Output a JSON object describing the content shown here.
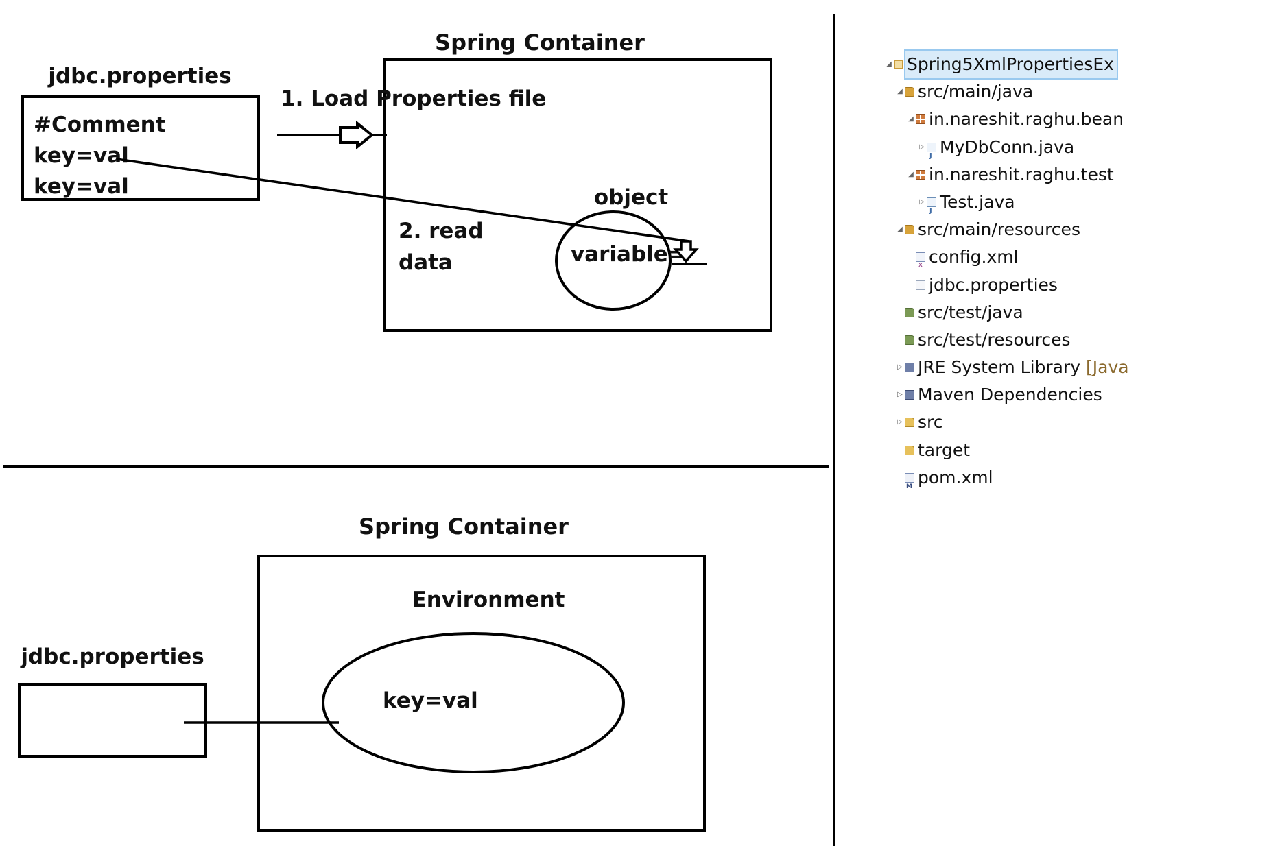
{
  "top_diagram": {
    "container_title": "Spring Container",
    "file_label": "jdbc.properties",
    "file_lines": [
      "#Comment",
      "key=val",
      "key=val"
    ],
    "step1_label": "1. Load Properties file",
    "step2_line1": "2. read",
    "step2_line2": "data",
    "object_label": "object",
    "variable_label": "variable="
  },
  "bottom_diagram": {
    "container_title": "Spring Container",
    "environment_label": "Environment",
    "file_label": "jdbc.properties",
    "entry_label": "key=val"
  },
  "explorer": {
    "items": [
      {
        "label": "Spring5XmlPropertiesEx",
        "icon": "project-icon",
        "level": 0,
        "twisty": "expanded",
        "selected": true
      },
      {
        "label": "src/main/java",
        "icon": "source-folder-icon",
        "level": 1,
        "twisty": "expanded"
      },
      {
        "label": "in.nareshit.raghu.bean",
        "icon": "package-icon",
        "level": 2,
        "twisty": "expanded"
      },
      {
        "label": "MyDbConn.java",
        "icon": "java-file-icon",
        "level": 3,
        "twisty": "collapsed"
      },
      {
        "label": "in.nareshit.raghu.test",
        "icon": "package-icon",
        "level": 2,
        "twisty": "expanded"
      },
      {
        "label": "Test.java",
        "icon": "java-file-icon",
        "level": 3,
        "twisty": "collapsed"
      },
      {
        "label": "src/main/resources",
        "icon": "source-folder-icon",
        "level": 1,
        "twisty": "expanded"
      },
      {
        "label": "config.xml",
        "icon": "xml-file-icon",
        "level": 2,
        "twisty": "none"
      },
      {
        "label": "jdbc.properties",
        "icon": "properties-file-icon",
        "level": 2,
        "twisty": "none"
      },
      {
        "label": "src/test/java",
        "icon": "source-folder-icon",
        "level": 1,
        "twisty": "none"
      },
      {
        "label": "src/test/resources",
        "icon": "source-folder-icon",
        "level": 1,
        "twisty": "none"
      },
      {
        "label": "JRE System Library",
        "suffix": "[Java",
        "icon": "library-icon",
        "level": 1,
        "twisty": "collapsed"
      },
      {
        "label": "Maven Dependencies",
        "icon": "library-icon",
        "level": 1,
        "twisty": "collapsed"
      },
      {
        "label": "src",
        "icon": "folder-icon",
        "level": 1,
        "twisty": "collapsed"
      },
      {
        "label": "target",
        "icon": "folder-icon",
        "level": 1,
        "twisty": "none"
      },
      {
        "label": "pom.xml",
        "icon": "pom-file-icon",
        "level": 1,
        "twisty": "none"
      }
    ]
  }
}
